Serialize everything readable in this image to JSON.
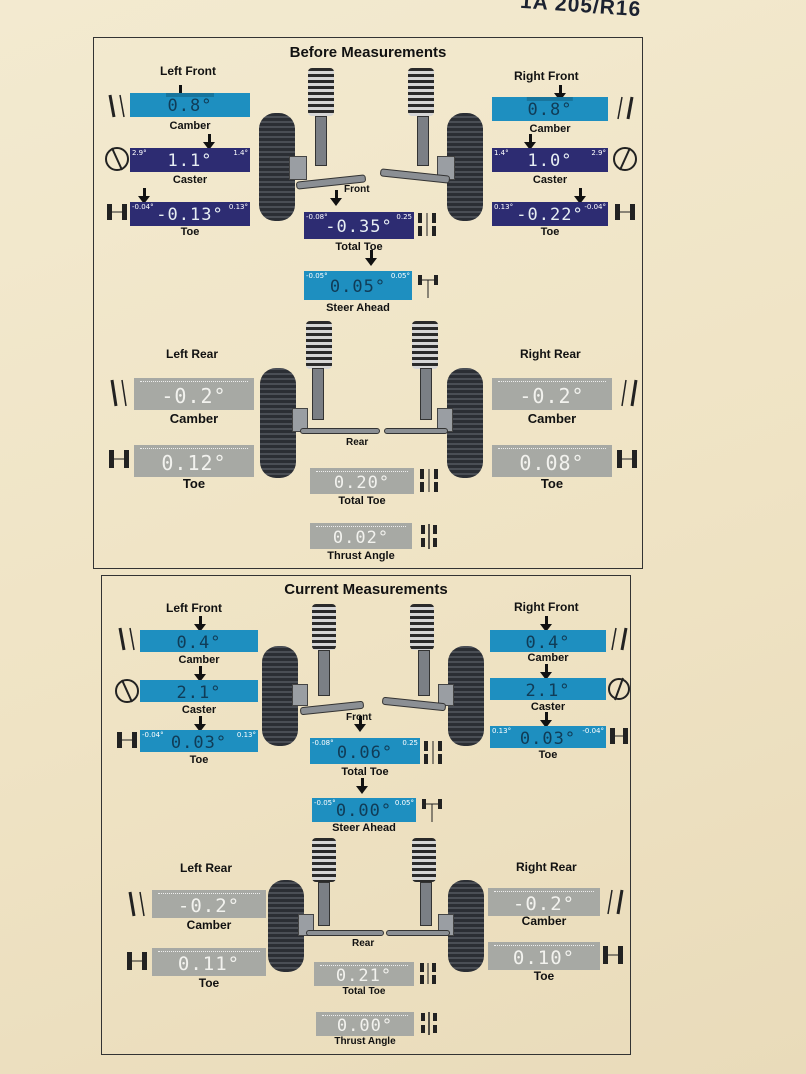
{
  "corner_text": "1A 205/R16",
  "before": {
    "title": "Before Measurements",
    "left_front": {
      "title": "Left Front",
      "camber": {
        "value": "0.8°",
        "min": "",
        "max": "",
        "label": "Camber"
      },
      "caster": {
        "value": "1.1°",
        "min": "2.9°",
        "max": "1.4°",
        "label": "Caster"
      },
      "toe": {
        "value": "-0.13°",
        "min": "-0.04°",
        "max": "0.13°",
        "label": "Toe"
      }
    },
    "right_front": {
      "title": "Right Front",
      "camber": {
        "value": "0.8°",
        "min": "",
        "max": "",
        "label": "Camber"
      },
      "caster": {
        "value": "1.0°",
        "min": "1.4°",
        "max": "2.9°",
        "label": "Caster"
      },
      "toe": {
        "value": "-0.22°",
        "min": "0.13°",
        "max": "-0.04°",
        "label": "Toe"
      }
    },
    "front_label": "Front",
    "total_toe": {
      "value": "-0.35°",
      "min": "-0.08°",
      "max": "0.25",
      "label": "Total Toe"
    },
    "steer_ahead": {
      "value": "0.05°",
      "min": "-0.05°",
      "max": "0.05°",
      "label": "Steer Ahead"
    },
    "left_rear": {
      "title": "Left Rear",
      "camber": {
        "value": "-0.2°",
        "label": "Camber"
      },
      "toe": {
        "value": "0.12°",
        "label": "Toe"
      }
    },
    "right_rear": {
      "title": "Right Rear",
      "camber": {
        "value": "-0.2°",
        "label": "Camber"
      },
      "toe": {
        "value": "0.08°",
        "label": "Toe"
      }
    },
    "rear_label": "Rear",
    "rear_total_toe": {
      "value": "0.20°",
      "label": "Total Toe"
    },
    "thrust_angle": {
      "value": "0.02°",
      "label": "Thrust Angle"
    }
  },
  "current": {
    "title": "Current Measurements",
    "left_front": {
      "title": "Left Front",
      "camber": {
        "value": "0.4°",
        "min": "",
        "max": "",
        "label": "Camber"
      },
      "caster": {
        "value": "2.1°",
        "min": "",
        "max": "",
        "label": "Caster"
      },
      "toe": {
        "value": "0.03°",
        "min": "-0.04°",
        "max": "0.13°",
        "label": "Toe"
      }
    },
    "right_front": {
      "title": "Right Front",
      "camber": {
        "value": "0.4°",
        "min": "",
        "max": "",
        "label": "Camber"
      },
      "caster": {
        "value": "2.1°",
        "min": "",
        "max": "",
        "label": "Caster"
      },
      "toe": {
        "value": "0.03°",
        "min": "0.13°",
        "max": "-0.04°",
        "label": "Toe"
      }
    },
    "front_label": "Front",
    "total_toe": {
      "value": "0.06°",
      "min": "-0.08°",
      "max": "0.25",
      "label": "Total Toe"
    },
    "steer_ahead": {
      "value": "0.00°",
      "min": "-0.05°",
      "max": "0.05°",
      "label": "Steer Ahead"
    },
    "left_rear": {
      "title": "Left Rear",
      "camber": {
        "value": "-0.2°",
        "label": "Camber"
      },
      "toe": {
        "value": "0.11°",
        "label": "Toe"
      }
    },
    "right_rear": {
      "title": "Right Rear",
      "camber": {
        "value": "-0.2°",
        "label": "Camber"
      },
      "toe": {
        "value": "0.10°",
        "label": "Toe"
      }
    },
    "rear_label": "Rear",
    "rear_total_toe": {
      "value": "0.21°",
      "label": "Total Toe"
    },
    "thrust_angle": {
      "value": "0.00°",
      "label": "Thrust Angle"
    }
  },
  "colors": {
    "in_spec_blue": "#1e8fc0",
    "out_of_spec_navy": "#2d2c72",
    "rear_grey": "#a7a9a4"
  }
}
